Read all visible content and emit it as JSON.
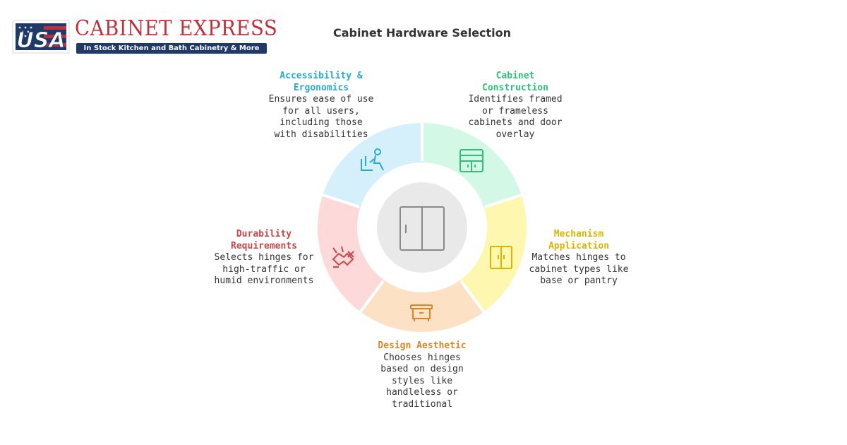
{
  "brand": {
    "logo_flag_text": "USA",
    "name": "CABINET EXPRESS",
    "tagline": "In Stock Kitchen and Bath Cabinetry & More"
  },
  "title": "Cabinet Hardware Selection",
  "center": {
    "icon": "double-door-cabinet-icon"
  },
  "segments": [
    {
      "key": "construction",
      "heading": "Cabinet Construction",
      "description": "Identifies framed or frameless cabinets and door overlay",
      "color": "#2fbf7a",
      "fill": "#d3f8e6",
      "icon": "kitchen-cabinet-icon"
    },
    {
      "key": "mechanism",
      "heading": "Mechanism Application",
      "description": "Matches hinges to cabinet types like base or pantry",
      "color": "#d9b400",
      "fill": "#fdf7b0",
      "icon": "cabinet-doors-icon"
    },
    {
      "key": "design",
      "heading": "Design Aesthetic",
      "description": "Chooses hinges based on design styles like handleless or traditional",
      "color": "#d9862a",
      "fill": "#fde1c4",
      "icon": "dresser-icon"
    },
    {
      "key": "durability",
      "heading": "Durability Requirements",
      "description": "Selects hinges for high-traffic or humid environments",
      "color": "#c9474a",
      "fill": "#fdd9d9",
      "icon": "stress-test-icon"
    },
    {
      "key": "accessibility",
      "heading": "Accessibility & Ergonomics",
      "description": "Ensures ease of use for all users, including those with disabilities",
      "color": "#2aa9d0",
      "fill": "#d5f0fb",
      "icon": "accessible-person-icon"
    }
  ]
}
